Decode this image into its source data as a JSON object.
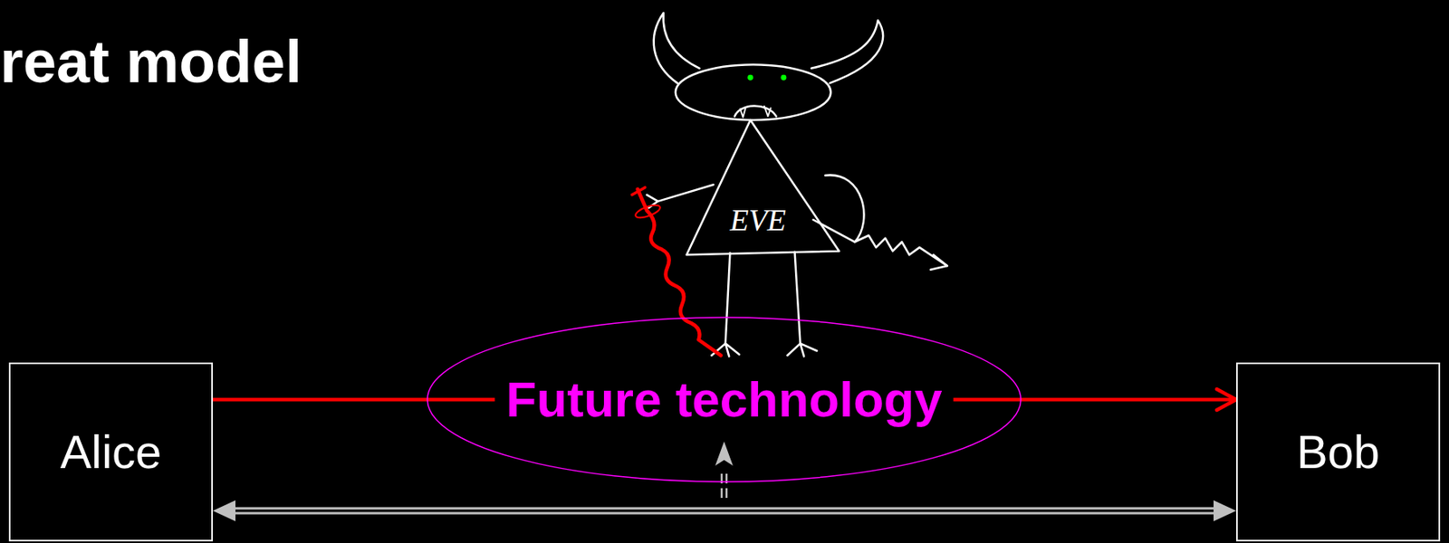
{
  "diagram": {
    "title": "reat model",
    "nodes": [
      {
        "text": [
          "Alice"
        ]
      },
      {
        "text": [
          "Future technology"
        ]
      },
      {
        "text": [
          "Bob"
        ]
      }
    ],
    "edges": [
      {
        "from": 0,
        "to": 1,
        "arrow": "none"
      },
      {
        "from": 1,
        "to": 2,
        "arrow": "to"
      },
      {
        "from": 0,
        "to": 2,
        "arrow": "both"
      }
    ],
    "labels": [
      "EVE"
    ]
  }
}
